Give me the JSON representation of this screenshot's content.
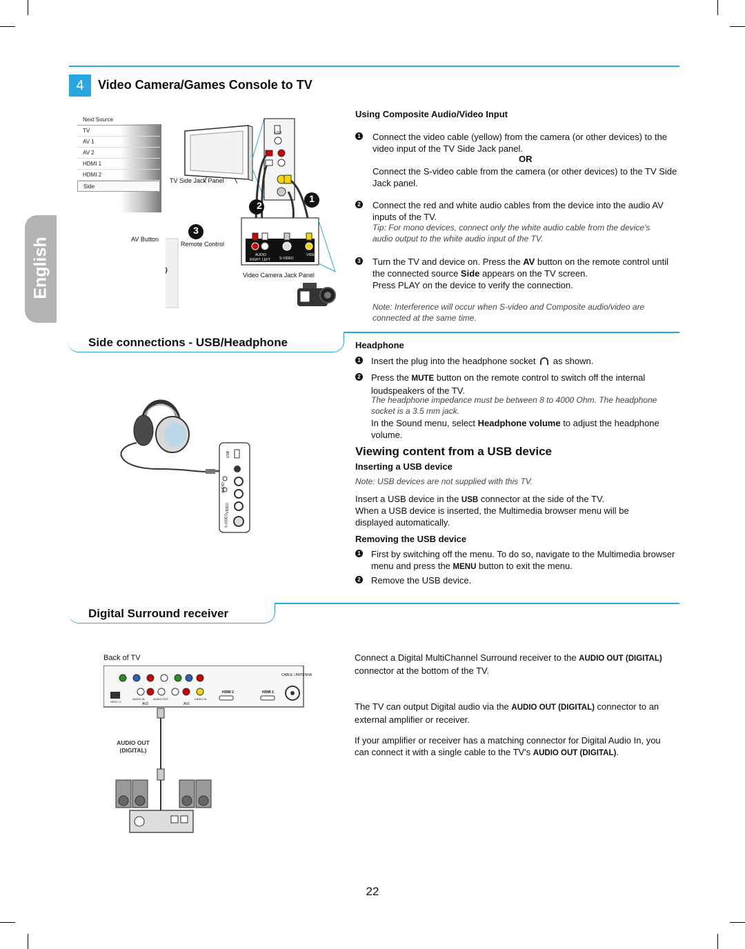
{
  "side_tab": {
    "label": "English"
  },
  "section4": {
    "number": "4",
    "title": "Video Camera/Games Console to TV",
    "menu": {
      "title": "Next Source",
      "items": [
        "TV",
        "AV 1",
        "AV 2",
        "HDMI 1",
        "HDMI 2",
        "Side"
      ],
      "selected": "Side"
    },
    "labels": {
      "tv_side_jack_panel": "TV Side Jack Panel",
      "av_button": "AV Button",
      "remote_control": "Remote Control",
      "video_camera_jack_panel": "Video Camera Jack Panel",
      "jack_audio": "AUDIO",
      "jack_right": "RIGHT",
      "jack_left": "LEFT",
      "jack_svideo": "S-VIDEO",
      "jack_video": "VIDEO",
      "usb": "USB",
      "callout_1": "1",
      "callout_2": "2",
      "callout_3": "3"
    },
    "subtitle": "Using Composite Audio/Video Input",
    "step1": "Connect the video cable (yellow) from the camera (or other devices) to the video input of the TV Side Jack panel.",
    "or": "OR",
    "step1b": "Connect the S-video cable from the camera (or other devices) to the TV Side Jack panel.",
    "step2": "Connect the red and white audio cables from the device into the audio AV inputs of the TV.",
    "tip": "Tip: For mono devices, connect only the white audio cable from the device's audio output to the white audio input of the TV.",
    "step3_a": "Turn the TV and device on. Press the ",
    "step3_av": "AV",
    "step3_b": " button on the remote control until the connected source ",
    "step3_side": "Side",
    "step3_c": " appears on the TV screen.",
    "step3_d": "Press PLAY on the device to verify the connection.",
    "note": "Note: Interference will occur when S-video and Composite audio/video are connected at the same time."
  },
  "side_connections": {
    "title": "Side connections - USB/Headphone",
    "headphone_title": "Headphone",
    "hp_step1": "Insert the plug into the headphone socket",
    "hp_step1_end": "as shown.",
    "hp_step2_a": "Press the ",
    "hp_step2_mute": "MUTE",
    "hp_step2_b": " button on the remote control to switch off the internal loudspeakers of the TV.",
    "hp_note": "The headphone impedance must be between 8 to 4000 Ohm. The headphone socket is a 3.5 mm jack.",
    "hp_sound_a": "In the Sound menu, select ",
    "hp_sound_b": "Headphone volume",
    "hp_sound_c": " to adjust the headphone volume.",
    "panel_labels": {
      "usb": "USB",
      "audio": "AUDIO",
      "l": "L",
      "r": "R",
      "video": "VIDEO",
      "svideo": "S-VIDEO"
    }
  },
  "usb": {
    "title": "Viewing content from a USB device",
    "inserting_title": "Inserting a USB device",
    "note": "Note: USB devices are not supplied with this TV.",
    "insert_a": "Insert a USB device in the ",
    "insert_usb": "USB",
    "insert_b": " connector at the side of the TV.",
    "insert_c": "When a USB device is inserted, the Multimedia browser menu will be displayed automatically.",
    "removing_title": "Removing the USB device",
    "remove1_a": "First by switching off the menu. To do so, navigate to the Multimedia browser menu and press the ",
    "remove1_menu": "MENU",
    "remove1_b": " button to exit the menu.",
    "remove2": "Remove the USB device."
  },
  "digital": {
    "title": "Digital Surround receiver",
    "back_of_tv": "Back of TV",
    "audio_out_label_1": "AUDIO OUT",
    "audio_out_label_2": "(DIGITAL)",
    "panel": {
      "hdmi2": "HDMI 2",
      "hdmi1": "HDMI 1",
      "cable_antenna": "CABLE / ANTENNA",
      "av2": "AV2",
      "av1": "AV1",
      "audio_in": "AUDIO IN",
      "video_in": "VIDEO IN",
      "audio_out": "AUDIO OUT",
      "service": "SERV. U"
    },
    "p1_a": "Connect a Digital MultiChannel Surround receiver to the ",
    "p1_b": "AUDIO OUT (DIGITAL)",
    "p1_c": " connector at the bottom of the TV.",
    "p2_a": "The TV can output Digital audio via the ",
    "p2_b": "AUDIO OUT (DIGITAL)",
    "p2_c": " connector to an external amplifier or receiver.",
    "p3_a": "If your amplifier or receiver has a matching connector for Digital Audio In, you can connect it with a single cable to the TV's ",
    "p3_b": "AUDIO OUT (DIGITAL)",
    "p3_c": "."
  },
  "page_number": "22",
  "colors": {
    "accent": "#29a8e0",
    "tab": "#b3b3b3"
  }
}
